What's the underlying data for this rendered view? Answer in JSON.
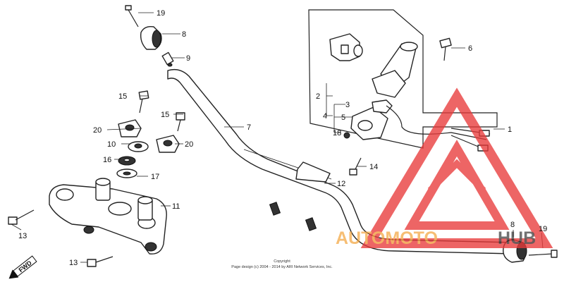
{
  "callouts": [
    {
      "id": "c1",
      "text": "1"
    },
    {
      "id": "c2",
      "text": "2"
    },
    {
      "id": "c3",
      "text": "3"
    },
    {
      "id": "c4",
      "text": "4"
    },
    {
      "id": "c5",
      "text": "5"
    },
    {
      "id": "c6",
      "text": "6"
    },
    {
      "id": "c7",
      "text": "7"
    },
    {
      "id": "c8a",
      "text": "8"
    },
    {
      "id": "c8b",
      "text": "8"
    },
    {
      "id": "c9",
      "text": "9"
    },
    {
      "id": "c10",
      "text": "10"
    },
    {
      "id": "c11",
      "text": "11"
    },
    {
      "id": "c12",
      "text": "12"
    },
    {
      "id": "c13a",
      "text": "13"
    },
    {
      "id": "c13b",
      "text": "13"
    },
    {
      "id": "c14",
      "text": "14"
    },
    {
      "id": "c15a",
      "text": "15"
    },
    {
      "id": "c15b",
      "text": "15"
    },
    {
      "id": "c16",
      "text": "16"
    },
    {
      "id": "c17",
      "text": "17"
    },
    {
      "id": "c18",
      "text": "18"
    },
    {
      "id": "c19a",
      "text": "19"
    },
    {
      "id": "c19b",
      "text": "19"
    },
    {
      "id": "c20a",
      "text": "20"
    },
    {
      "id": "c20b",
      "text": "20"
    }
  ],
  "fwd_label": "FWD",
  "copyright": {
    "line1": "Copyright",
    "line2": "Page design (c) 2004 - 2014 by ARI Network Services, Inc."
  },
  "watermark": {
    "part1": "AUTOMOTO",
    "part2": "HUB",
    "color_red": "#e83a3a",
    "color_orange": "#f3a43a",
    "color_dark": "#2a2a2a"
  }
}
